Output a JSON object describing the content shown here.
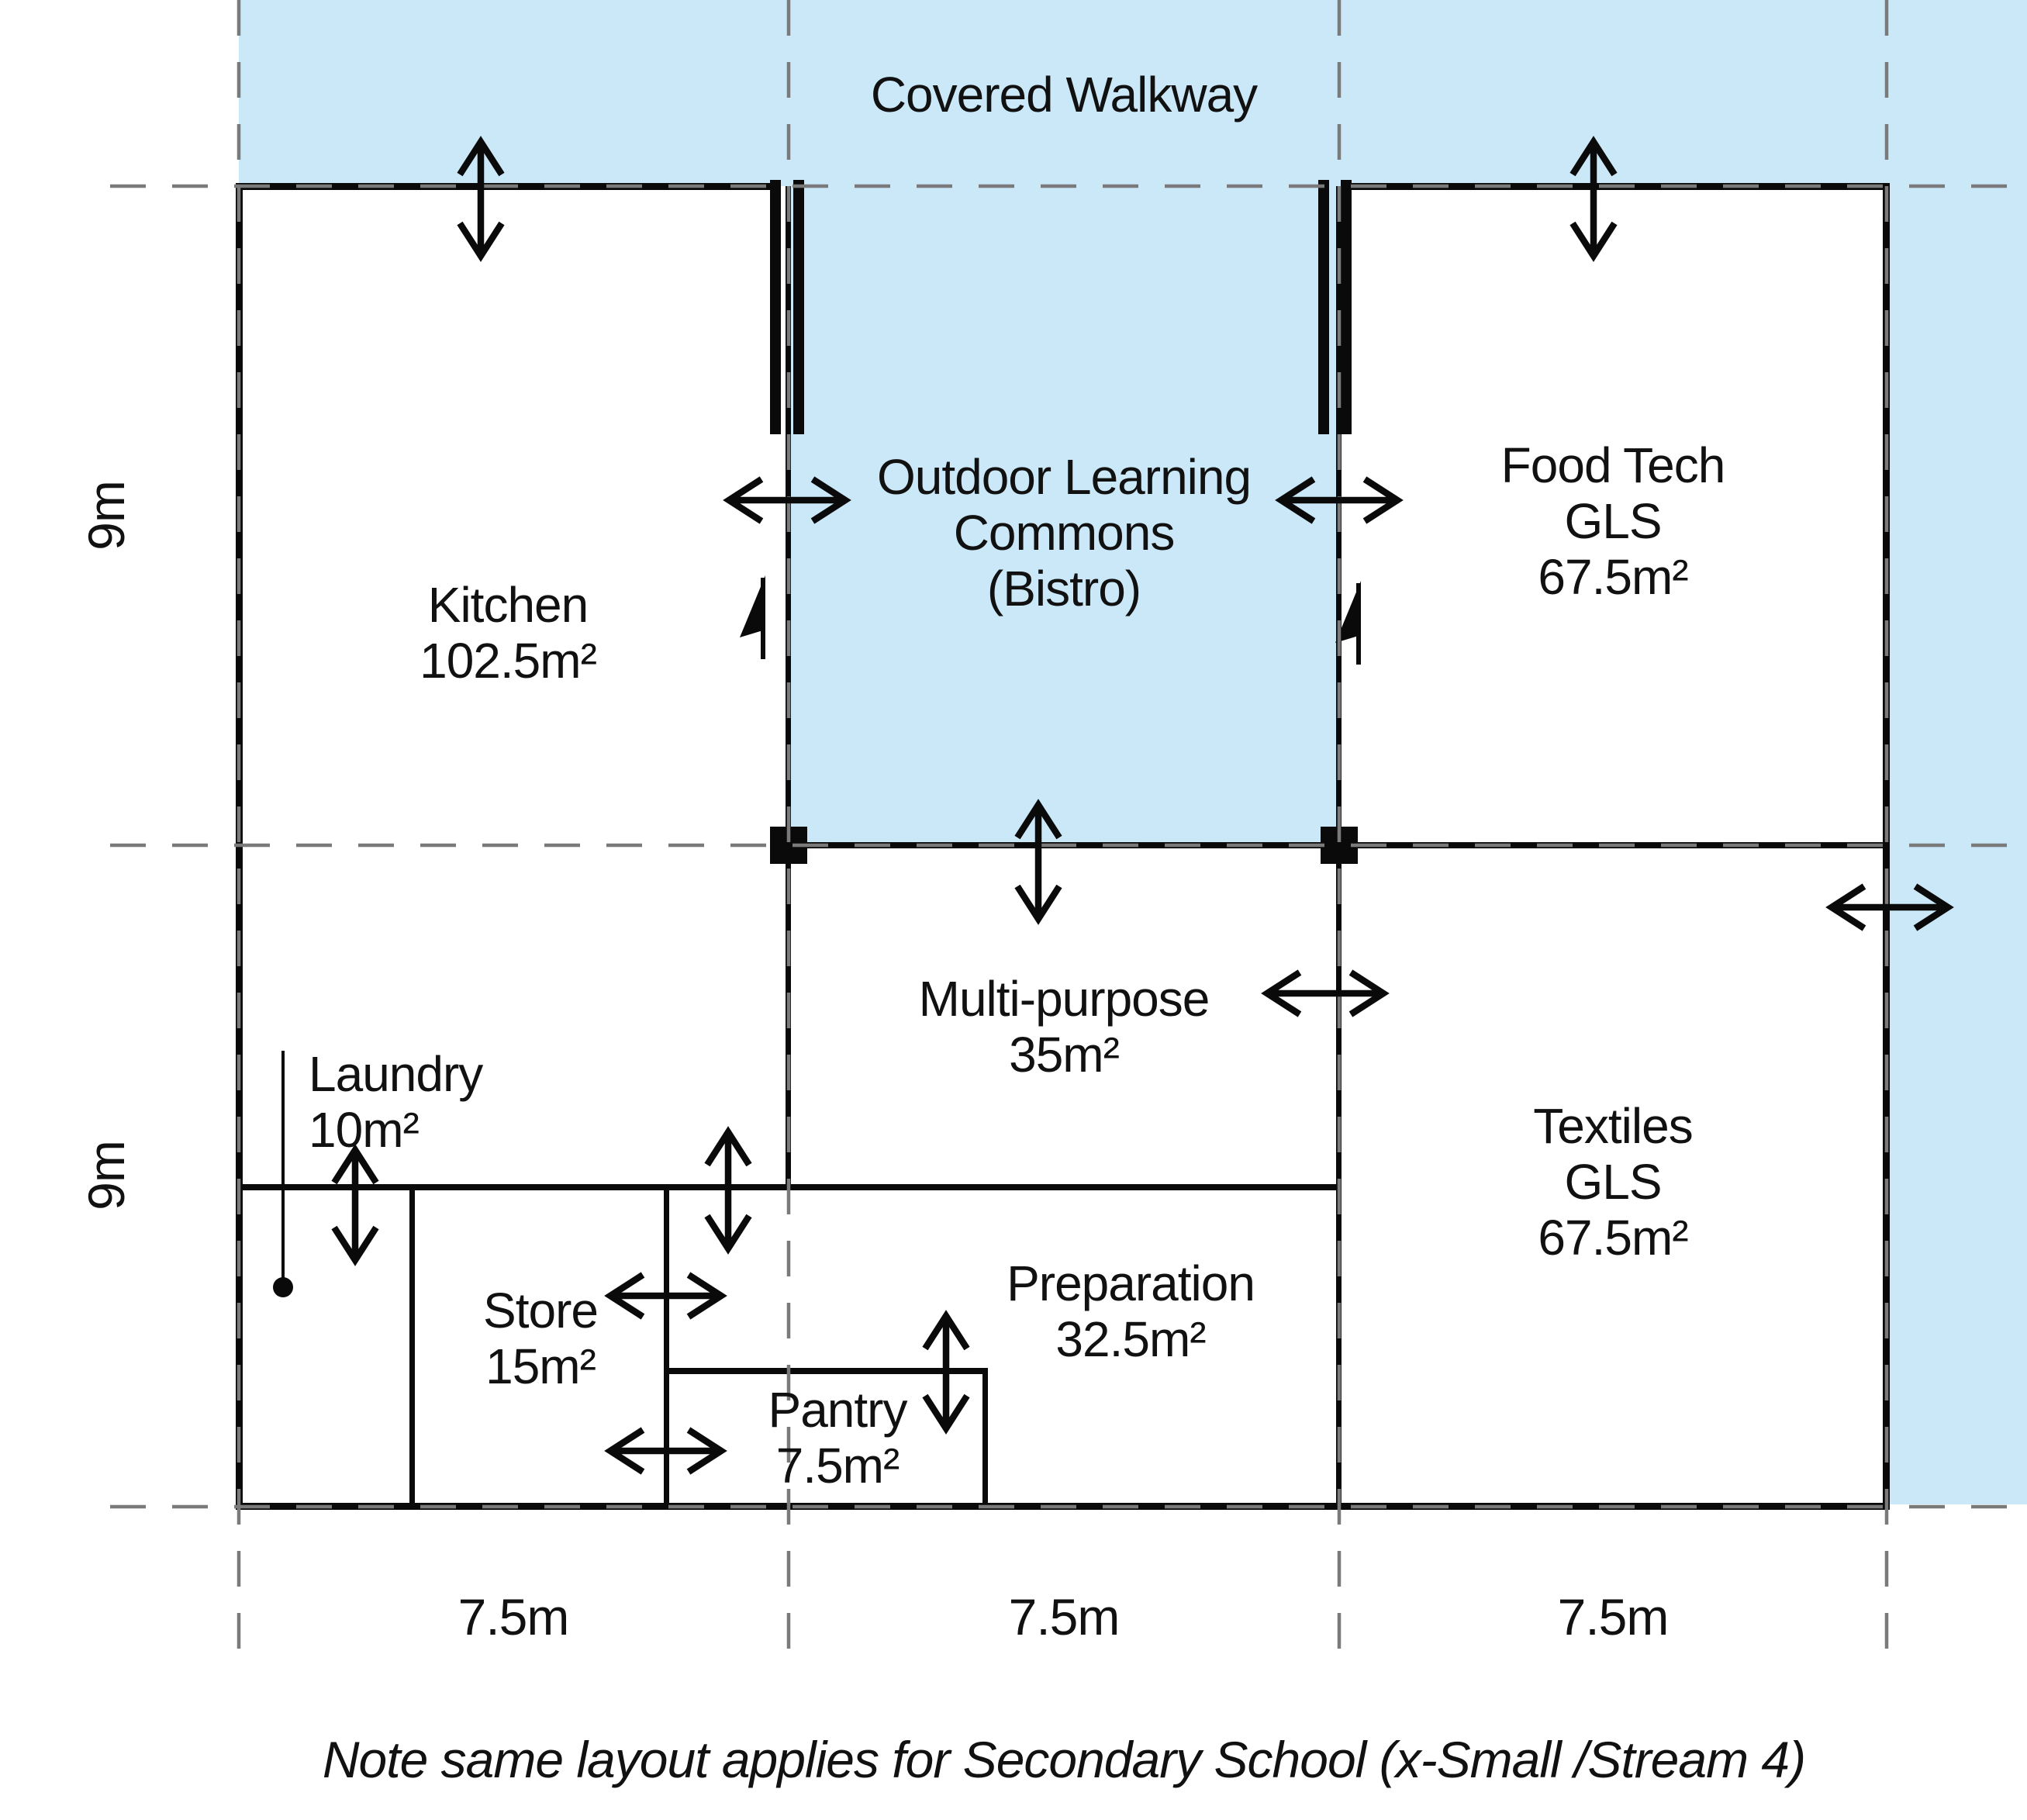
{
  "plan": {
    "walkway_label": "Covered Walkway",
    "rooms": {
      "kitchen": {
        "line1": "Kitchen",
        "line2": "102.5m²"
      },
      "commons": {
        "line1": "Outdoor Learning",
        "line2": "Commons",
        "line3": "(Bistro)"
      },
      "food_tech": {
        "line1": "Food Tech",
        "line2": "GLS",
        "line3": "67.5m²"
      },
      "multi_purpose": {
        "line1": "Multi-purpose",
        "line2": "35m²"
      },
      "textiles": {
        "line1": "Textiles",
        "line2": "GLS",
        "line3": "67.5m²"
      },
      "laundry": {
        "line1": "Laundry",
        "line2": "10m²"
      },
      "store": {
        "line1": "Store",
        "line2": "15m²"
      },
      "pantry": {
        "line1": "Pantry",
        "line2": "7.5m²"
      },
      "preparation": {
        "line1": "Preparation",
        "line2": "32.5m²"
      }
    },
    "dimensions": {
      "left_top": "9m",
      "left_bottom": "9m",
      "bottom_left": "7.5m",
      "bottom_middle": "7.5m",
      "bottom_right": "7.5m"
    },
    "note": "Note same layout applies for Secondary School (x-Small /Stream 4)",
    "colors": {
      "walkway_fill": "#cbe8f8",
      "wall": "#0a0a0a",
      "gridline": "#7a7a7a",
      "text": "#111111"
    }
  }
}
